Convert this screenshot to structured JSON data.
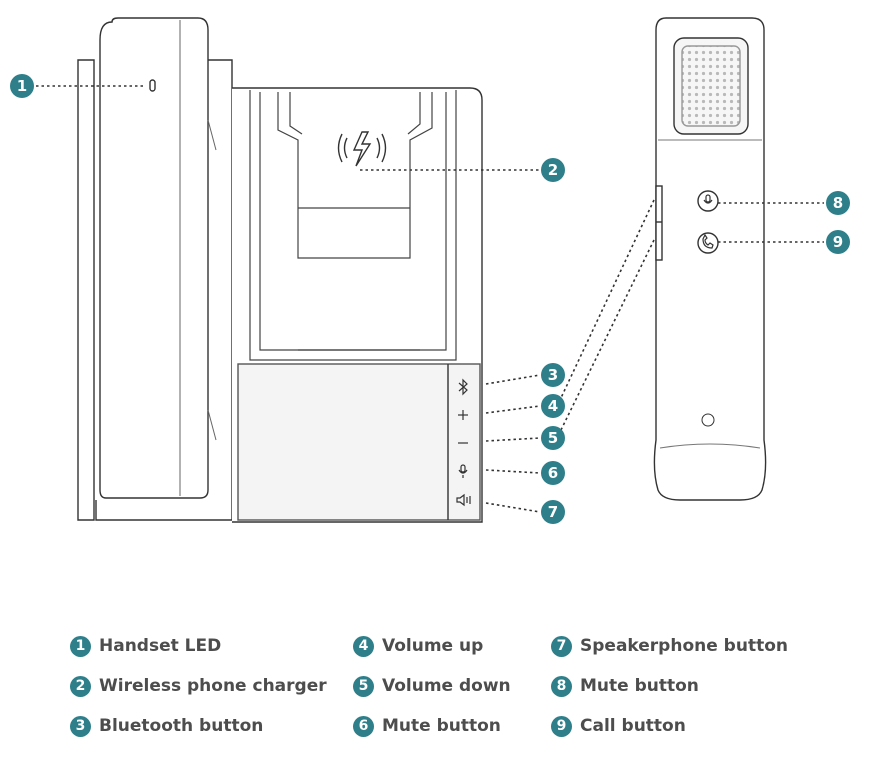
{
  "device_icons": {
    "wireless_charge": "wireless-charging-icon",
    "bluetooth": "bluetooth-icon",
    "volume_up": "plus-icon",
    "volume_down": "minus-icon",
    "mute": "microphone-icon",
    "speaker": "speaker-icon",
    "call": "phone-icon",
    "handset_logo": "logo-icon"
  },
  "accent_color": "#2e7f8a",
  "callouts": [
    {
      "num": "1",
      "label": "Handset LED"
    },
    {
      "num": "2",
      "label": "Wireless phone charger"
    },
    {
      "num": "3",
      "label": "Bluetooth button"
    },
    {
      "num": "4",
      "label": "Volume up"
    },
    {
      "num": "5",
      "label": "Volume down"
    },
    {
      "num": "6",
      "label": "Mute button"
    },
    {
      "num": "7",
      "label": "Speakerphone button"
    },
    {
      "num": "8",
      "label": "Mute button"
    },
    {
      "num": "9",
      "label": "Call button"
    }
  ]
}
